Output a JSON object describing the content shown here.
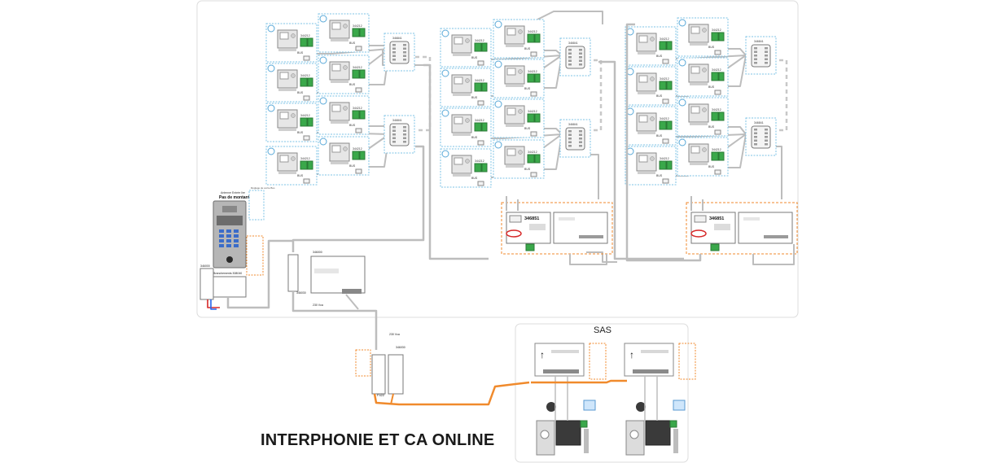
{
  "caption": "INTERPHONIE ET CA ONLINE",
  "sas_label": "SAS",
  "labels": {
    "bus": "BUS",
    "module_344212": "344212",
    "distributor_346841": "346841",
    "interface_346851": "346851",
    "power_346000": "346000",
    "power_346030": "346030",
    "power_346050": "346050",
    "voltage_230": "230 Vca",
    "f422": "F422",
    "entrance_title": "Pas de montant",
    "entrance_subtitle": "Antenne Entrée lire",
    "entrance_branchements": "Branchements 308040",
    "address_side": "Réglage de sortie Bus"
  },
  "colors": {
    "bus_cable": "#bdbdbd",
    "highlight": "#f08a2c",
    "selection_box": "#7ec3e6",
    "frame": "#dcdcdc",
    "callout": "#d62828"
  }
}
